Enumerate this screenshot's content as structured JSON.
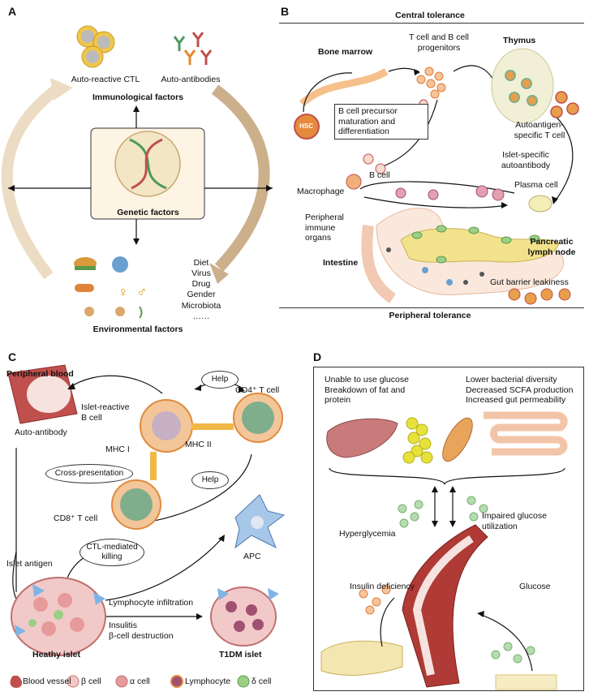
{
  "panel_a": {
    "letter": "A",
    "immunological": {
      "title": "Immunological factors",
      "ctl": "Auto-reactive CTL",
      "antibodies": "Auto-antibodies"
    },
    "genetic": "Genetic factors",
    "environmental": {
      "title": "Environmental factors",
      "list": [
        "Diet",
        "Virus",
        "Drug",
        "Gender",
        "Microbiota",
        "……"
      ]
    }
  },
  "panel_b": {
    "letter": "B",
    "central": "Central tolerance",
    "peripheral": "Peripheral tolerance",
    "bone_marrow": "Bone marrow",
    "progenitors": "T cell and B cell\nprogenitors",
    "thymus": "Thymus",
    "hsc": "HSC",
    "b_precursor": "B cell precursor\nmaturation and\ndifferentiation",
    "autoantigen": "Autoantigen-\nspecific T cell",
    "islet_antibody": "Islet-specific\nautoantibody",
    "plasma": "Plasma cell",
    "macrophage": "Macrophage",
    "b_cell": "B cell",
    "peripheral_organs": "Peripheral\nimmune\norgans",
    "pancreatic_ln": "Pancreatic\nlymph node",
    "intestine": "Intestine",
    "gut_barrier": "Gut barrier leakiness"
  },
  "panel_c": {
    "letter": "C",
    "peripheral_blood": "Peripheral blood",
    "auto_antibody": "Auto-antibody",
    "islet_b": "Islet-reactive\nB cell",
    "help1": "Help",
    "cd4": "CD4⁺ T cell",
    "mhc1": "MHC I",
    "mhc2": "MHC II",
    "cross": "Cross-presentation",
    "help2": "Help",
    "cd8": "CD8⁺ T cell",
    "ctl": "CTL-mediated\nkilling",
    "apc": "APC",
    "islet_antigen": "Islet antigen",
    "lymph_inf": "Lymphocyte infiltration",
    "insulitis": "Insulitis\nβ-cell destruction",
    "healthy": "Heathy islet",
    "t1dm": "T1DM islet",
    "legend": [
      "Blood vessel",
      "β cell",
      "α cell",
      "Lymphocyte",
      "δ cell"
    ]
  },
  "panel_d": {
    "letter": "D",
    "left_text": "Unable to use glucose\nBreakdown of fat and\nprotein",
    "right_text": "Lower bacterial diversity\nDecreased SCFA production\nIncreased gut permeability",
    "hyperglycemia": "Hyperglycemia",
    "impaired": "Impaired glucose\nutilization",
    "insulin": "Insulin deficiency",
    "glucose": "Glucose"
  },
  "colors": {
    "cell_orange": "#e8a45a",
    "cell_green": "#7fae8c",
    "vessel": "#c0504d",
    "arrow_tan": "#d9c3a0",
    "islet_pink": "#f2c9c9"
  }
}
